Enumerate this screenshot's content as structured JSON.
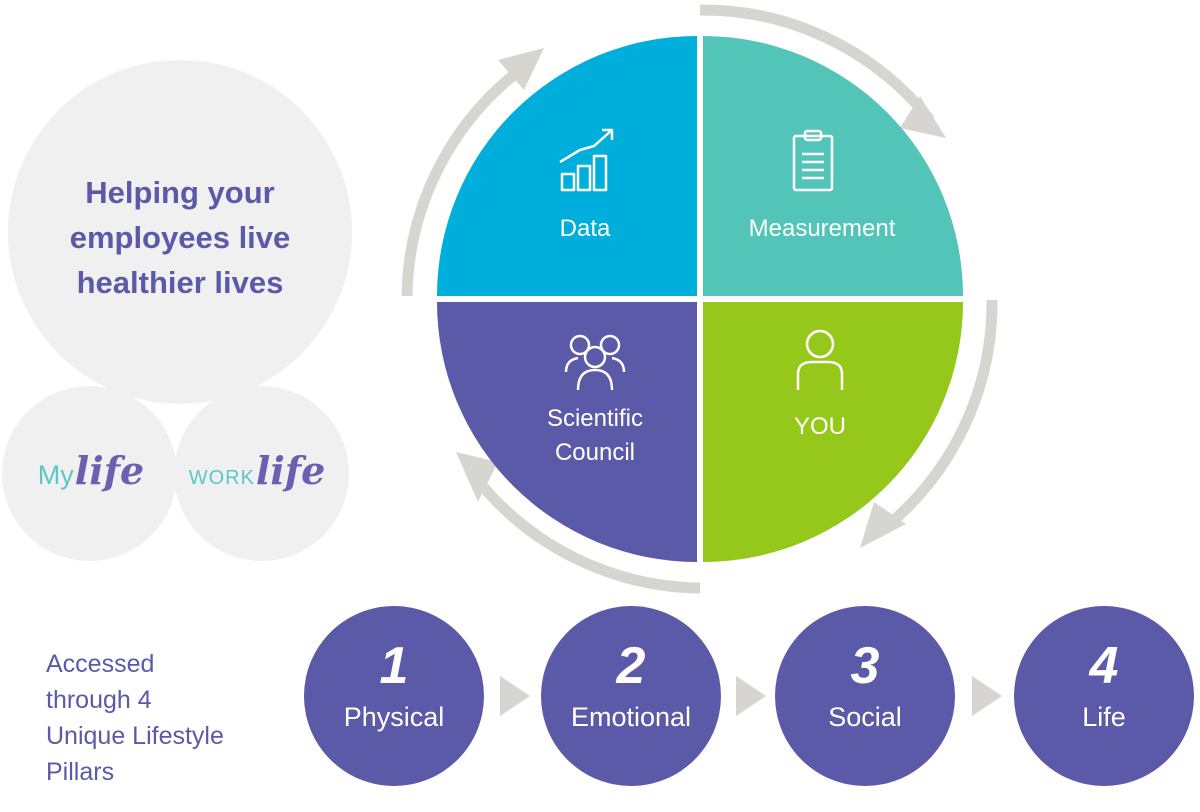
{
  "headline": {
    "line1": "Helping your",
    "line2": "employees live",
    "line3": "healthier lives"
  },
  "logos": {
    "mylife": {
      "prefix": "My",
      "suffix": "life"
    },
    "worklife": {
      "prefix": "WORK",
      "suffix": "life"
    }
  },
  "cycle": {
    "quadrants": {
      "data": {
        "label": "Data",
        "color": "#00aedb",
        "icon": "bar-chart-growth-icon"
      },
      "measurement": {
        "label": "Measurement",
        "color": "#52c4b8",
        "icon": "clipboard-icon"
      },
      "scientific": {
        "line1": "Scientific",
        "line2": "Council",
        "color": "#5a5aa8",
        "icon": "group-people-icon"
      },
      "you": {
        "label": "YOU",
        "color": "#96c71b",
        "icon": "person-icon"
      }
    },
    "arrow_color": "#d7d5cf"
  },
  "caption": {
    "line1": "Accessed",
    "line2": "through 4",
    "line3": "Unique Lifestyle",
    "line4": "Pillars"
  },
  "pillars": [
    {
      "number": "1",
      "name": "Physical"
    },
    {
      "number": "2",
      "name": "Emotional"
    },
    {
      "number": "3",
      "name": "Social"
    },
    {
      "number": "4",
      "name": "Life"
    }
  ],
  "pillar_color": "#5a5aa8"
}
